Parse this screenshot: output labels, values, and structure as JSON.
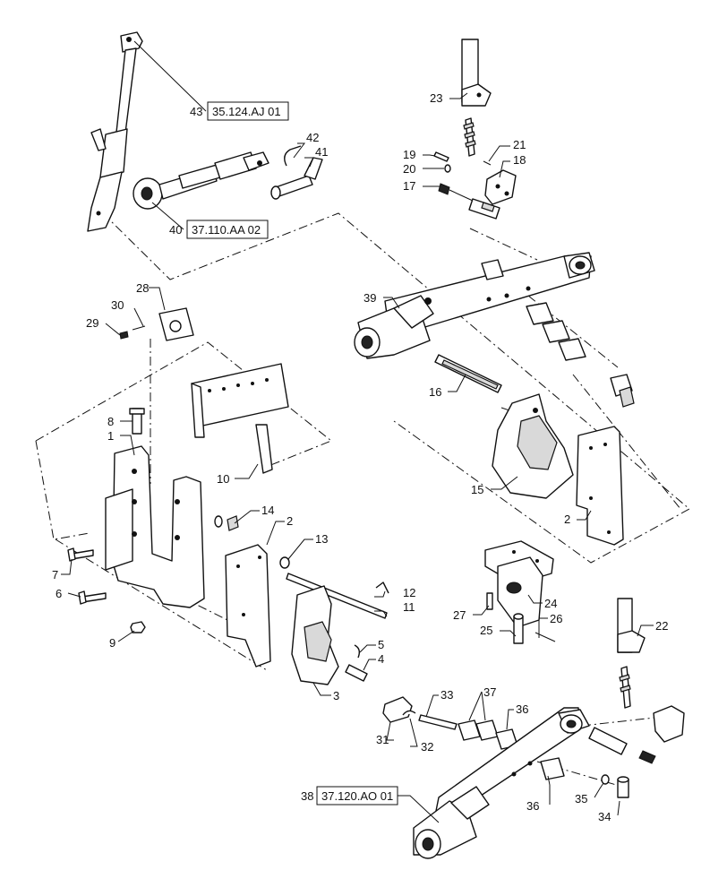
{
  "callouts": {
    "c1": "1",
    "c2a": "2",
    "c2b": "2",
    "c3": "3",
    "c4": "4",
    "c5": "5",
    "c6": "6",
    "c7": "7",
    "c8": "8",
    "c9": "9",
    "c10": "10",
    "c11": "11",
    "c12": "12",
    "c13": "13",
    "c14": "14",
    "c15": "15",
    "c16": "16",
    "c17": "17",
    "c18": "18",
    "c19": "19",
    "c20": "20",
    "c21": "21",
    "c22": "22",
    "c23": "23",
    "c24": "24",
    "c25": "25",
    "c26": "26",
    "c27": "27",
    "c28": "28",
    "c29": "29",
    "c30": "30",
    "c31": "31",
    "c32": "32",
    "c33": "33",
    "c34": "34",
    "c35": "35",
    "c36a": "36",
    "c36b": "36",
    "c37": "37",
    "c38": "38",
    "c39": "39",
    "c40": "40",
    "c41": "41",
    "c42": "42",
    "c43": "43"
  },
  "references": {
    "r43": "35.124.AJ 01",
    "r40": "37.110.AA 02",
    "r38": "37.120.AO 01"
  }
}
